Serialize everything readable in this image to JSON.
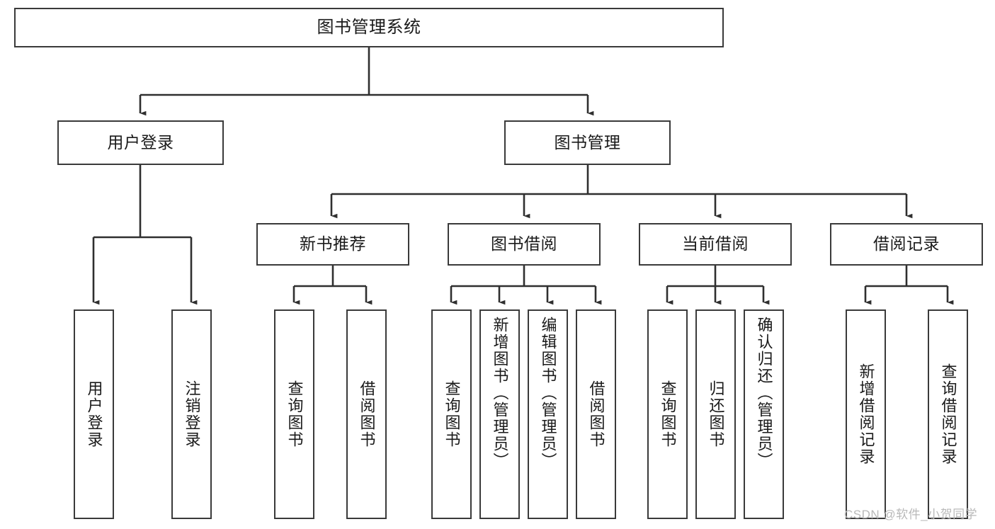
{
  "diagram": {
    "title": "图书管理系统",
    "type": "tree-hierarchy-chart",
    "root": {
      "id": "root",
      "label": "图书管理系统"
    },
    "level2": [
      {
        "id": "user-login",
        "label": "用户登录"
      },
      {
        "id": "book-manage",
        "label": "图书管理"
      }
    ],
    "level3": [
      {
        "id": "new-book-recommend",
        "label": "新书推荐",
        "parent": "book-manage"
      },
      {
        "id": "book-borrow",
        "label": "图书借阅",
        "parent": "book-manage"
      },
      {
        "id": "current-borrow",
        "label": "当前借阅",
        "parent": "book-manage"
      },
      {
        "id": "borrow-record",
        "label": "借阅记录",
        "parent": "book-manage"
      }
    ],
    "leaves": [
      {
        "id": "leaf-user-login",
        "label": "用户登录",
        "parent": "user-login"
      },
      {
        "id": "leaf-user-logout",
        "label": "注销登录",
        "parent": "user-login"
      },
      {
        "id": "leaf-query-book-1",
        "label": "查询图书",
        "parent": "new-book-recommend"
      },
      {
        "id": "leaf-borrow-book-1",
        "label": "借阅图书",
        "parent": "new-book-recommend"
      },
      {
        "id": "leaf-query-book-2",
        "label": "查询图书",
        "parent": "book-borrow"
      },
      {
        "id": "leaf-add-book",
        "label": "新增图书（管理员）",
        "parent": "book-borrow"
      },
      {
        "id": "leaf-edit-book",
        "label": "编辑图书（管理员）",
        "parent": "book-borrow"
      },
      {
        "id": "leaf-borrow-book-2",
        "label": "借阅图书",
        "parent": "book-borrow"
      },
      {
        "id": "leaf-query-book-3",
        "label": "查询图书",
        "parent": "current-borrow"
      },
      {
        "id": "leaf-return-book",
        "label": "归还图书",
        "parent": "current-borrow"
      },
      {
        "id": "leaf-confirm-return",
        "label": "确认归还（管理员）",
        "parent": "current-borrow"
      },
      {
        "id": "leaf-add-record",
        "label": "新增借阅记录",
        "parent": "borrow-record"
      },
      {
        "id": "leaf-query-record",
        "label": "查询借阅记录",
        "parent": "borrow-record"
      }
    ],
    "watermark": "CSDN @软件_小贺同学",
    "colors": {
      "border": "#3a3a3a",
      "text": "#1a1a1a",
      "background": "#ffffff",
      "connector": "#2f2f2f",
      "watermark": "#b9b9b9"
    }
  }
}
